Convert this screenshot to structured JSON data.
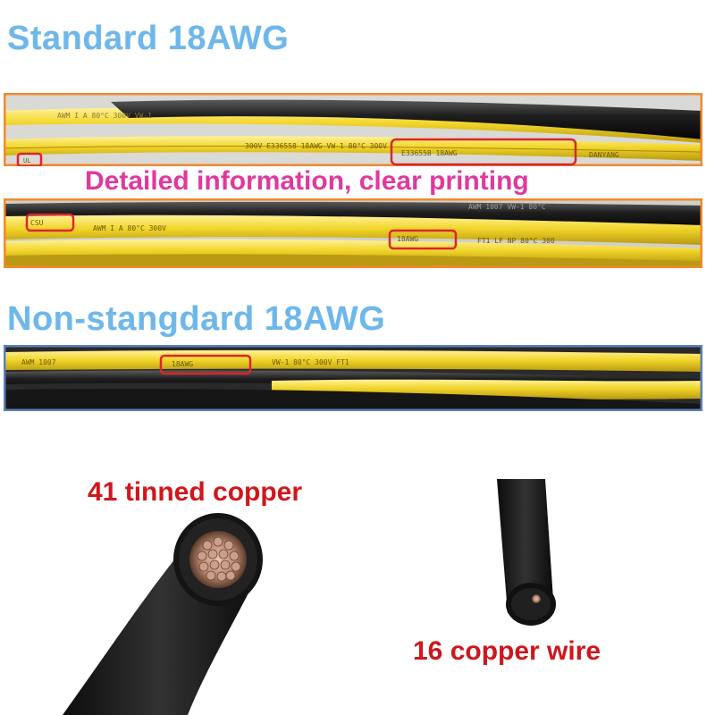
{
  "headings": {
    "standard": "Standard 18AWG",
    "nonstandard": "Non-stangdard 18AWG"
  },
  "captions": {
    "detail": "Detailed information, clear printing",
    "tinned": "41 tinned copper",
    "copper": "16 copper wire"
  },
  "wire_print": {
    "strip1_row1": "AWM  I  A  80°C  300V  VW-1",
    "strip1_row2": "300V   E336558   18AWG   VW-1   80°C   300V",
    "strip1_ul": "UL",
    "strip1_code": "E336558   18AWG",
    "strip1_maker": "DANYANG",
    "strip2_mark": "CSU",
    "strip2_row": "AWM   I   A   80°C   300V",
    "strip2_gauge": "18AWG",
    "strip2_tail": "FT1   LF   NP   80°C  300",
    "strip2_top": "AWM  1007  VW-1  80°C",
    "strip3_row": "AWM   1007",
    "strip3_gauge": "18AWG",
    "strip3_tail": "VW-1    80°C    300V    FT1"
  },
  "colors": {
    "heading_blue": "#6fb7ea",
    "caption_pink": "#e0399c",
    "caption_red": "#d0161c",
    "frame_orange": "#f08a2c",
    "frame_blue": "#5a7fb8",
    "highlight_red": "#d9262c",
    "wire_yellow": "#f2d52a",
    "wire_black": "#1a1a1a"
  }
}
